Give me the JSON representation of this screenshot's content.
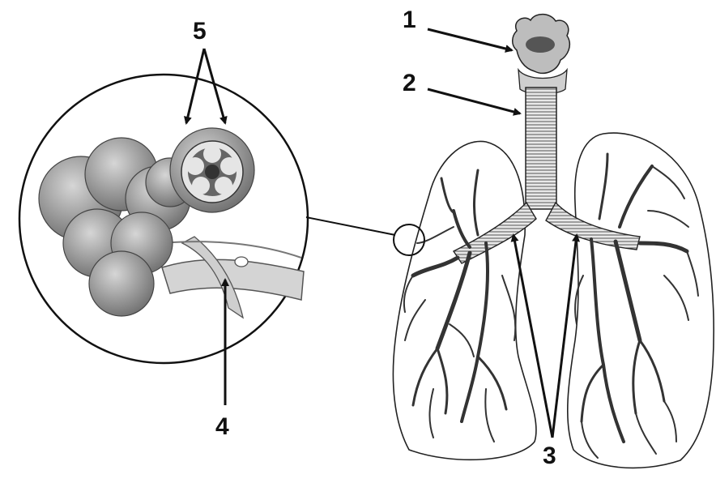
{
  "labels": {
    "larynx": "1",
    "trachea": "2",
    "bronchi": "3",
    "bronchiole": "4",
    "alveoli": "5"
  },
  "colors": {
    "ink": "#111111",
    "alveoli_shade": "#8a8a8a",
    "alveoli_light": "#c8c8c8",
    "airway_light": "#d9d9d9",
    "lung_fill": "#ffffff"
  }
}
